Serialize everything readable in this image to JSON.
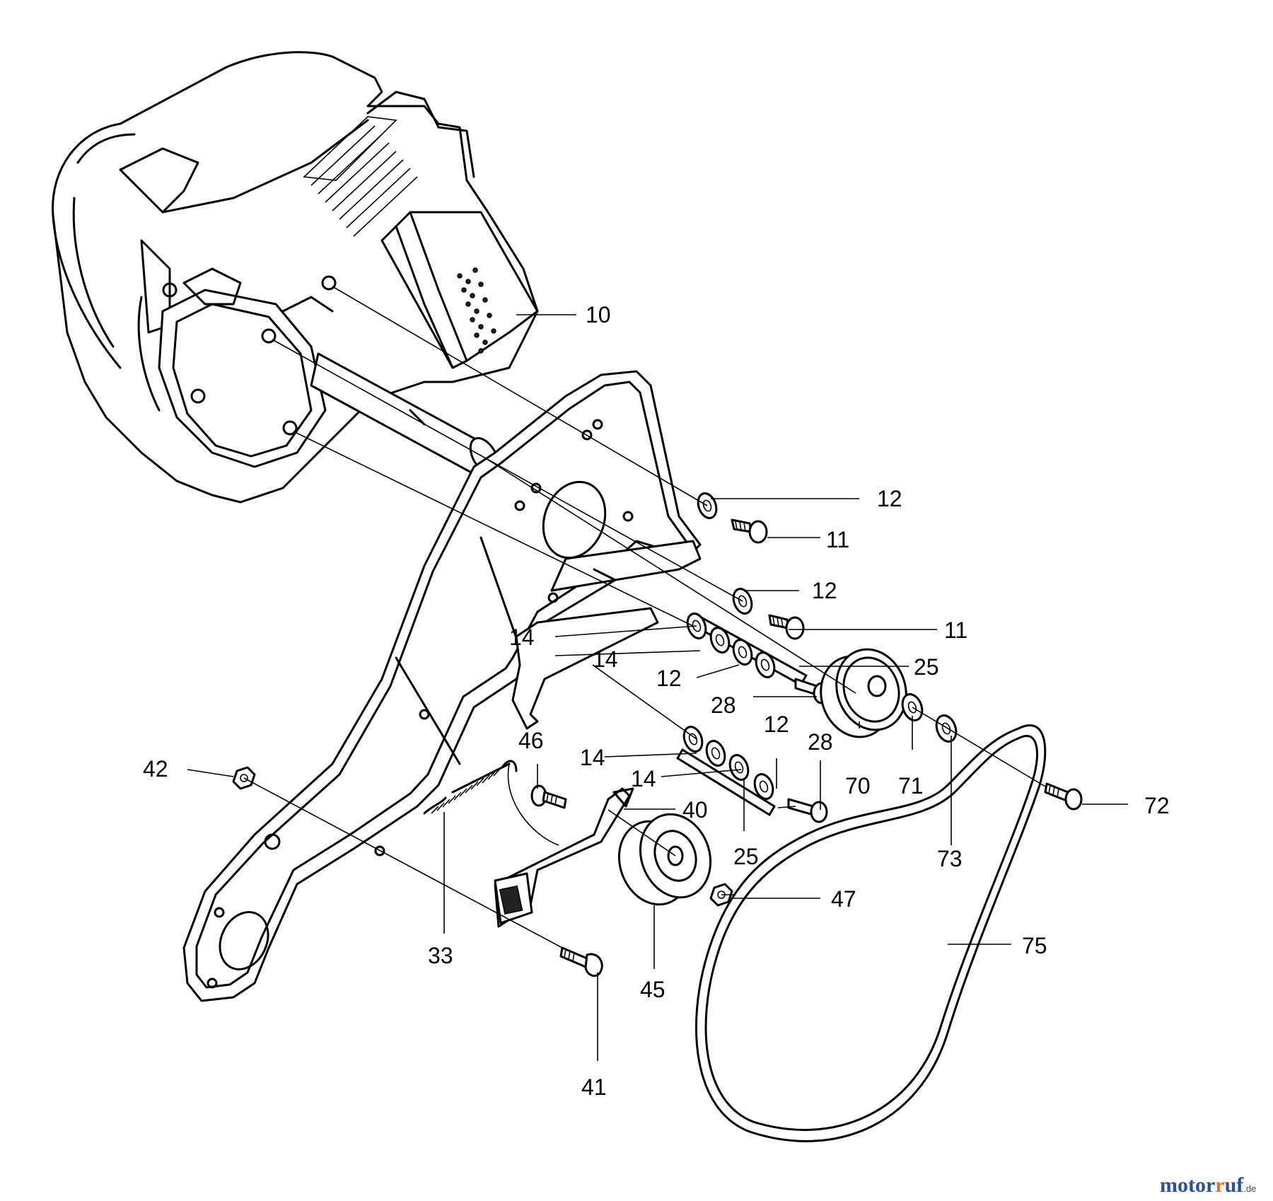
{
  "callouts": [
    {
      "id": "c10",
      "label": "10"
    },
    {
      "id": "c12a",
      "label": "12"
    },
    {
      "id": "c11a",
      "label": "11"
    },
    {
      "id": "c12b",
      "label": "12"
    },
    {
      "id": "c11b",
      "label": "11"
    },
    {
      "id": "c14a",
      "label": "14"
    },
    {
      "id": "c14b",
      "label": "14"
    },
    {
      "id": "c25a",
      "label": "25"
    },
    {
      "id": "c12c",
      "label": "12"
    },
    {
      "id": "c28a",
      "label": "28"
    },
    {
      "id": "c46",
      "label": "46"
    },
    {
      "id": "c12d",
      "label": "12"
    },
    {
      "id": "c28b",
      "label": "28"
    },
    {
      "id": "c14c",
      "label": "14"
    },
    {
      "id": "c14d",
      "label": "14"
    },
    {
      "id": "c70",
      "label": "70"
    },
    {
      "id": "c71",
      "label": "71"
    },
    {
      "id": "c42",
      "label": "42"
    },
    {
      "id": "c40",
      "label": "40"
    },
    {
      "id": "c72",
      "label": "72"
    },
    {
      "id": "c25b",
      "label": "25"
    },
    {
      "id": "c73",
      "label": "73"
    },
    {
      "id": "c47",
      "label": "47"
    },
    {
      "id": "c33",
      "label": "33"
    },
    {
      "id": "c75",
      "label": "75"
    },
    {
      "id": "c45",
      "label": "45"
    },
    {
      "id": "c41",
      "label": "41"
    }
  ],
  "watermark": {
    "brand_a": "motor",
    "brand_b": "uf",
    "brand_r": "r",
    "suffix": ".de"
  }
}
